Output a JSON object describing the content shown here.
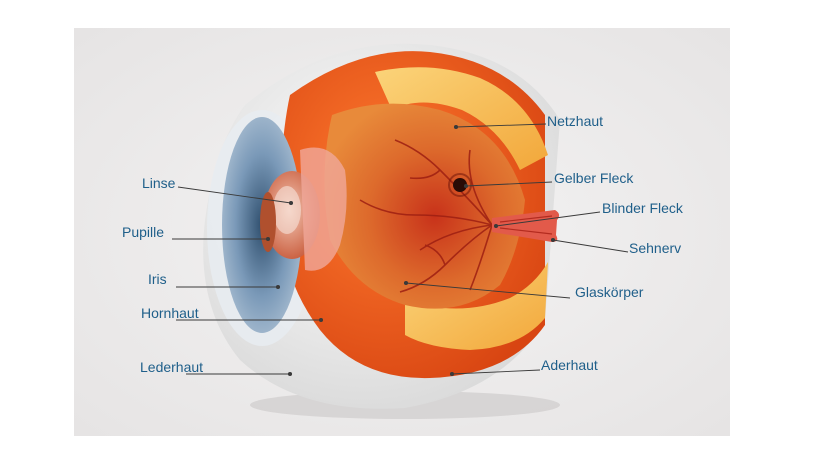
{
  "labels": {
    "linse": "Linse",
    "pupille": "Pupille",
    "iris": "Iris",
    "hornhaut": "Hornhaut",
    "lederhaut": "Lederhaut",
    "netzhaut": "Netzhaut",
    "gelber_fleck": "Gelber Fleck",
    "blinder_fleck": "Blinder Fleck",
    "sehnerv": "Sehnerv",
    "glaskoerper": "Glaskörper",
    "aderhaut": "Aderhaut"
  },
  "colors": {
    "label_text": "#1f5f8a",
    "leader_line": "#3a3a3a",
    "background": "#ececec",
    "sclera": "#f3f3f3",
    "choroid": "#e8521b",
    "retina": "#f6b63a",
    "vitreous": "#d9692a",
    "iris": "#6f8fb0"
  }
}
